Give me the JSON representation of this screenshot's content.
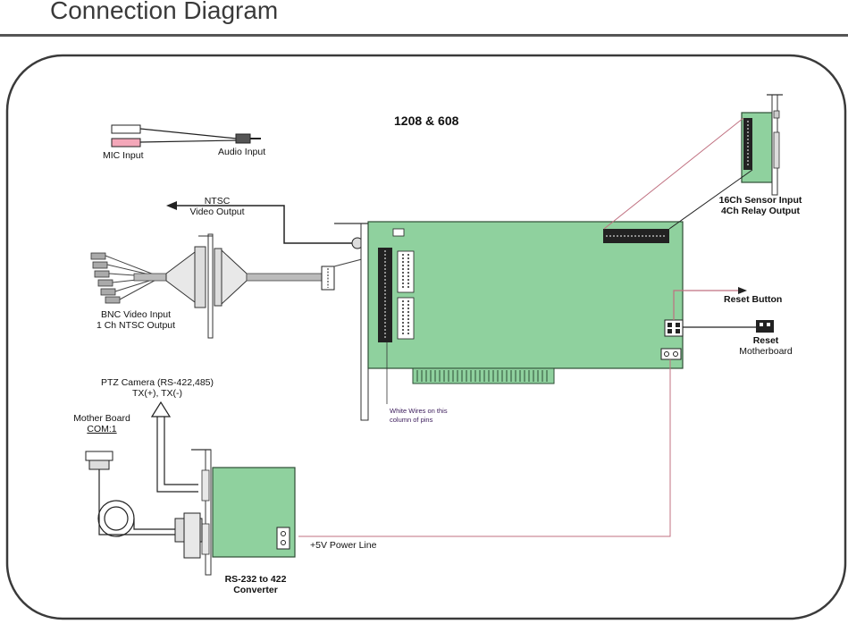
{
  "title": "Connection Diagram",
  "colors": {
    "board_green": "#8fd19e",
    "board_outline": "#2e4d35",
    "mic_pink": "#f4a7b9",
    "wire_pink": "#c07080"
  },
  "labels": {
    "model": "1208  & 608",
    "mic_input": "MIC Input",
    "audio_input": "Audio Input",
    "ntsc_line1": "NTSC",
    "ntsc_line2": "Video Output",
    "bnc_line1": "BNC Video Input",
    "bnc_line2": "1 Ch NTSC Output",
    "sensor_line1": "16Ch Sensor Input",
    "sensor_line2": "4Ch Relay Output",
    "reset_button": "Reset Button",
    "reset_line1": "Reset",
    "reset_line2": "Motherboard",
    "white_wires_line1": "White Wires on this",
    "white_wires_line2": "column of pins",
    "ptz_line1": "PTZ Camera (RS-422,485)",
    "ptz_line2": "TX(+), TX(-)",
    "mb_line1": "Mother Board",
    "mb_line2": "COM:1",
    "power_line": "+5V Power Line",
    "converter_line1": "RS-232 to 422",
    "converter_line2": "Converter"
  }
}
